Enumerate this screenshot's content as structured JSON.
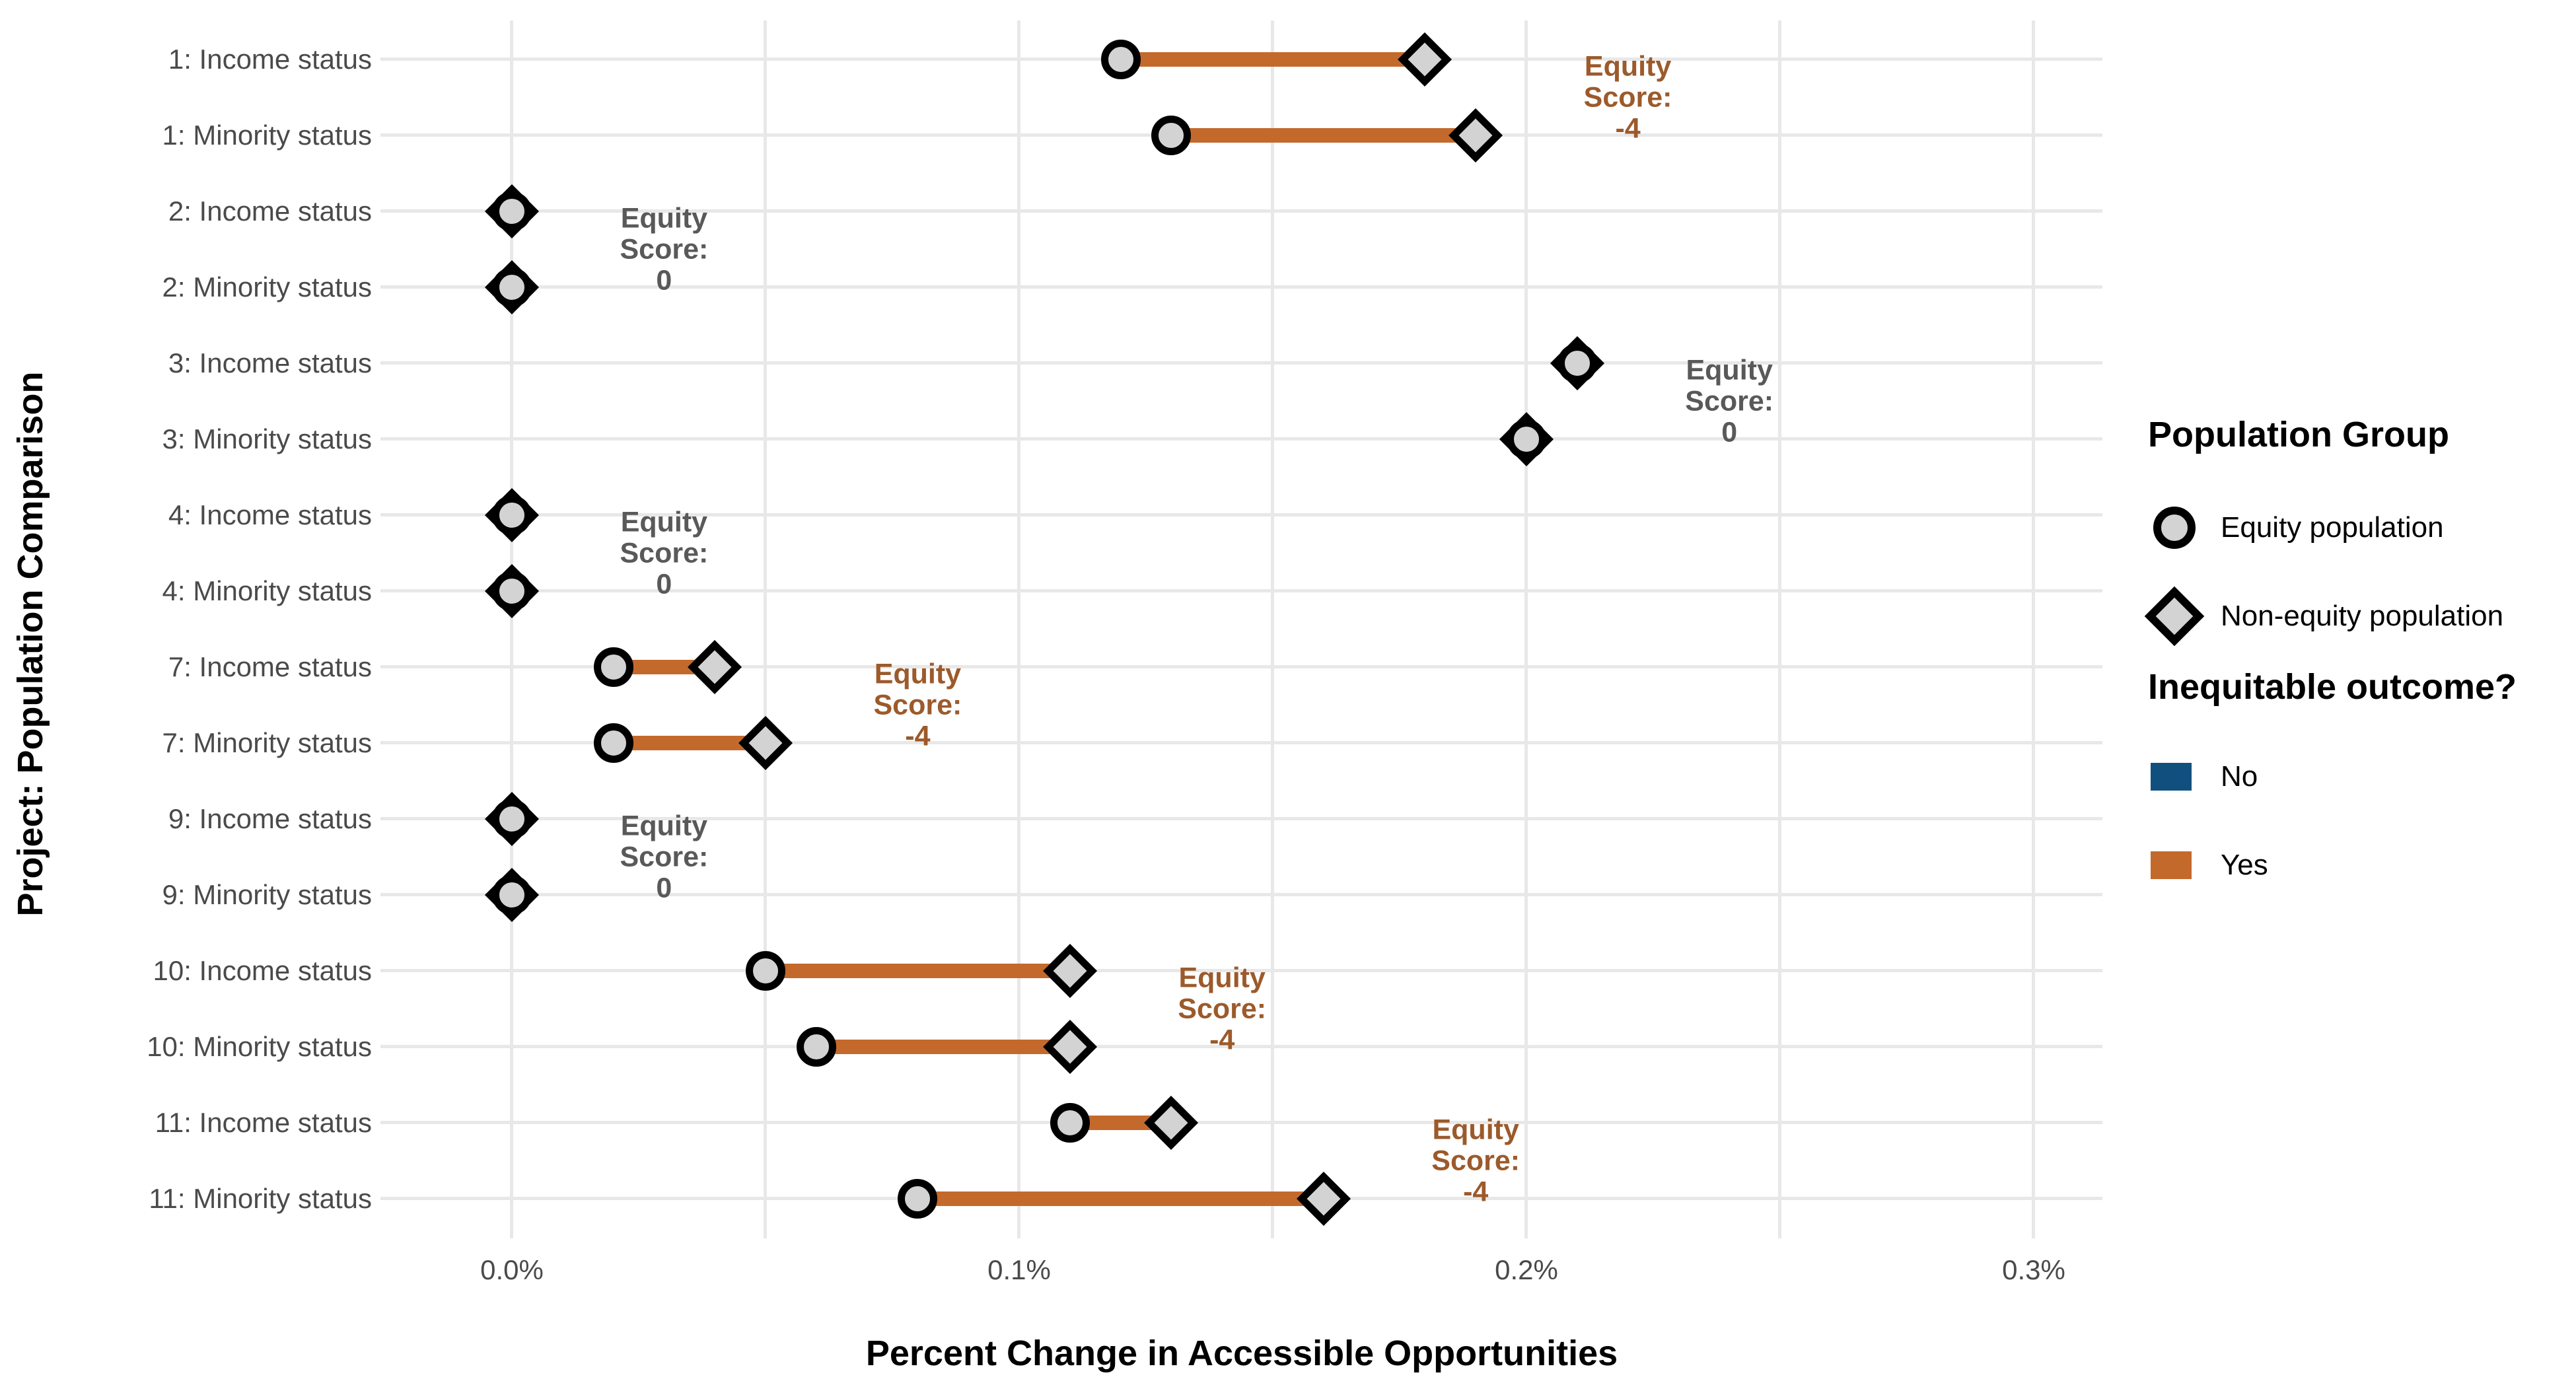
{
  "chart_data": {
    "type": "dumbbell",
    "title": "",
    "xlabel": "Percent Change in Accessible Opportunities",
    "ylabel": "Project: Population Comparison",
    "x_axis": {
      "tick_labels": [
        "0.0%",
        "0.1%",
        "0.2%",
        "0.3%"
      ],
      "tick_values": [
        0.0,
        0.1,
        0.2,
        0.3
      ],
      "minor_tick_values": [
        0.05,
        0.15,
        0.25
      ],
      "xlim": [
        -0.026,
        0.314
      ]
    },
    "rows": [
      {
        "label": "1: Income status",
        "equity": 0.12,
        "non_equity": 0.18,
        "inequitable": true
      },
      {
        "label": "1: Minority status",
        "equity": 0.13,
        "non_equity": 0.19,
        "inequitable": true
      },
      {
        "label": "2: Income status",
        "equity": 0.0,
        "non_equity": 0.0,
        "inequitable": false
      },
      {
        "label": "2: Minority status",
        "equity": 0.0,
        "non_equity": 0.0,
        "inequitable": false
      },
      {
        "label": "3: Income status",
        "equity": 0.21,
        "non_equity": 0.21,
        "inequitable": false
      },
      {
        "label": "3: Minority status",
        "equity": 0.2,
        "non_equity": 0.2,
        "inequitable": false
      },
      {
        "label": "4: Income status",
        "equity": 0.0,
        "non_equity": 0.0,
        "inequitable": false
      },
      {
        "label": "4: Minority status",
        "equity": 0.0,
        "non_equity": 0.0,
        "inequitable": false
      },
      {
        "label": "7: Income status",
        "equity": 0.02,
        "non_equity": 0.04,
        "inequitable": true
      },
      {
        "label": "7: Minority status",
        "equity": 0.02,
        "non_equity": 0.05,
        "inequitable": true
      },
      {
        "label": "9: Income status",
        "equity": 0.0,
        "non_equity": 0.0,
        "inequitable": false
      },
      {
        "label": "9: Minority status",
        "equity": 0.0,
        "non_equity": 0.0,
        "inequitable": false
      },
      {
        "label": "10: Income status",
        "equity": 0.05,
        "non_equity": 0.11,
        "inequitable": true
      },
      {
        "label": "10: Minority status",
        "equity": 0.06,
        "non_equity": 0.11,
        "inequitable": true
      },
      {
        "label": "11: Income status",
        "equity": 0.11,
        "non_equity": 0.13,
        "inequitable": true
      },
      {
        "label": "11: Minority status",
        "equity": 0.08,
        "non_equity": 0.16,
        "inequitable": true
      }
    ],
    "annotations": [
      {
        "lines": [
          "Equity",
          "Score:",
          "-4"
        ],
        "x": 0.22,
        "between_rows": [
          0,
          1
        ],
        "tone": "negative"
      },
      {
        "lines": [
          "Equity",
          "Score:",
          "0"
        ],
        "x": 0.03,
        "between_rows": [
          2,
          3
        ],
        "tone": "zero"
      },
      {
        "lines": [
          "Equity",
          "Score:",
          "0"
        ],
        "x": 0.24,
        "between_rows": [
          4,
          5
        ],
        "tone": "zero"
      },
      {
        "lines": [
          "Equity",
          "Score:",
          "0"
        ],
        "x": 0.03,
        "between_rows": [
          6,
          7
        ],
        "tone": "zero"
      },
      {
        "lines": [
          "Equity",
          "Score:",
          "-4"
        ],
        "x": 0.08,
        "between_rows": [
          8,
          9
        ],
        "tone": "negative"
      },
      {
        "lines": [
          "Equity",
          "Score:",
          "0"
        ],
        "x": 0.03,
        "between_rows": [
          10,
          11
        ],
        "tone": "zero"
      },
      {
        "lines": [
          "Equity",
          "Score:",
          "-4"
        ],
        "x": 0.14,
        "between_rows": [
          12,
          13
        ],
        "tone": "negative"
      },
      {
        "lines": [
          "Equity",
          "Score:",
          "-4"
        ],
        "x": 0.19,
        "between_rows": [
          14,
          15
        ],
        "tone": "negative"
      }
    ],
    "legend_position": "right",
    "grid": true,
    "legends": {
      "population_group": {
        "title": "Population Group",
        "items": [
          {
            "marker": "circle",
            "label": "Equity population"
          },
          {
            "marker": "diamond",
            "label": "Non-equity population"
          }
        ]
      },
      "inequitable_outcome": {
        "title": "Inequitable outcome?",
        "items": [
          {
            "label": "No",
            "color": "#11507E"
          },
          {
            "label": "Yes",
            "color": "#C4692C"
          }
        ]
      }
    },
    "colors": {
      "segment_yes": "#C4692C",
      "segment_no": "#11507E",
      "annotation_negative": "#9C5A2B",
      "annotation_zero": "#595959",
      "marker_fill": "#D3D3D3",
      "marker_stroke": "#000000",
      "gridline": "#E8E8E8",
      "tick_text": "#4A4A4A"
    }
  }
}
